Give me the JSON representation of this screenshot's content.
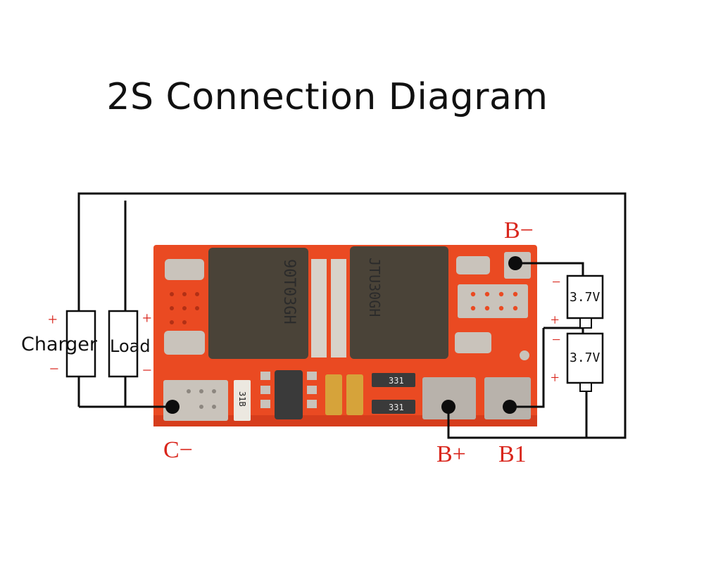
{
  "title": "2S Connection Diagram",
  "terminals": {
    "b_minus": "B−",
    "b_plus": "B+",
    "b1": "B1",
    "c_minus": "C−"
  },
  "components": {
    "charger": "Charger",
    "load": "Load",
    "cell_top": "3.7V",
    "cell_bottom": "3.7V"
  },
  "polarity": {
    "plus": "+",
    "minus": "−"
  },
  "chip_markings": {
    "mosfet_left": "90T03GH",
    "mosfet_right": "JTU30GH",
    "resistor_a": "31B",
    "resistor_b": "331",
    "resistor_c": "331"
  },
  "colors": {
    "pcb": "#ea4a22",
    "pad": "#b8b2ab",
    "mosfet": "#4a4338",
    "wire": "#0d0d0d",
    "label_red": "#d9261c"
  }
}
